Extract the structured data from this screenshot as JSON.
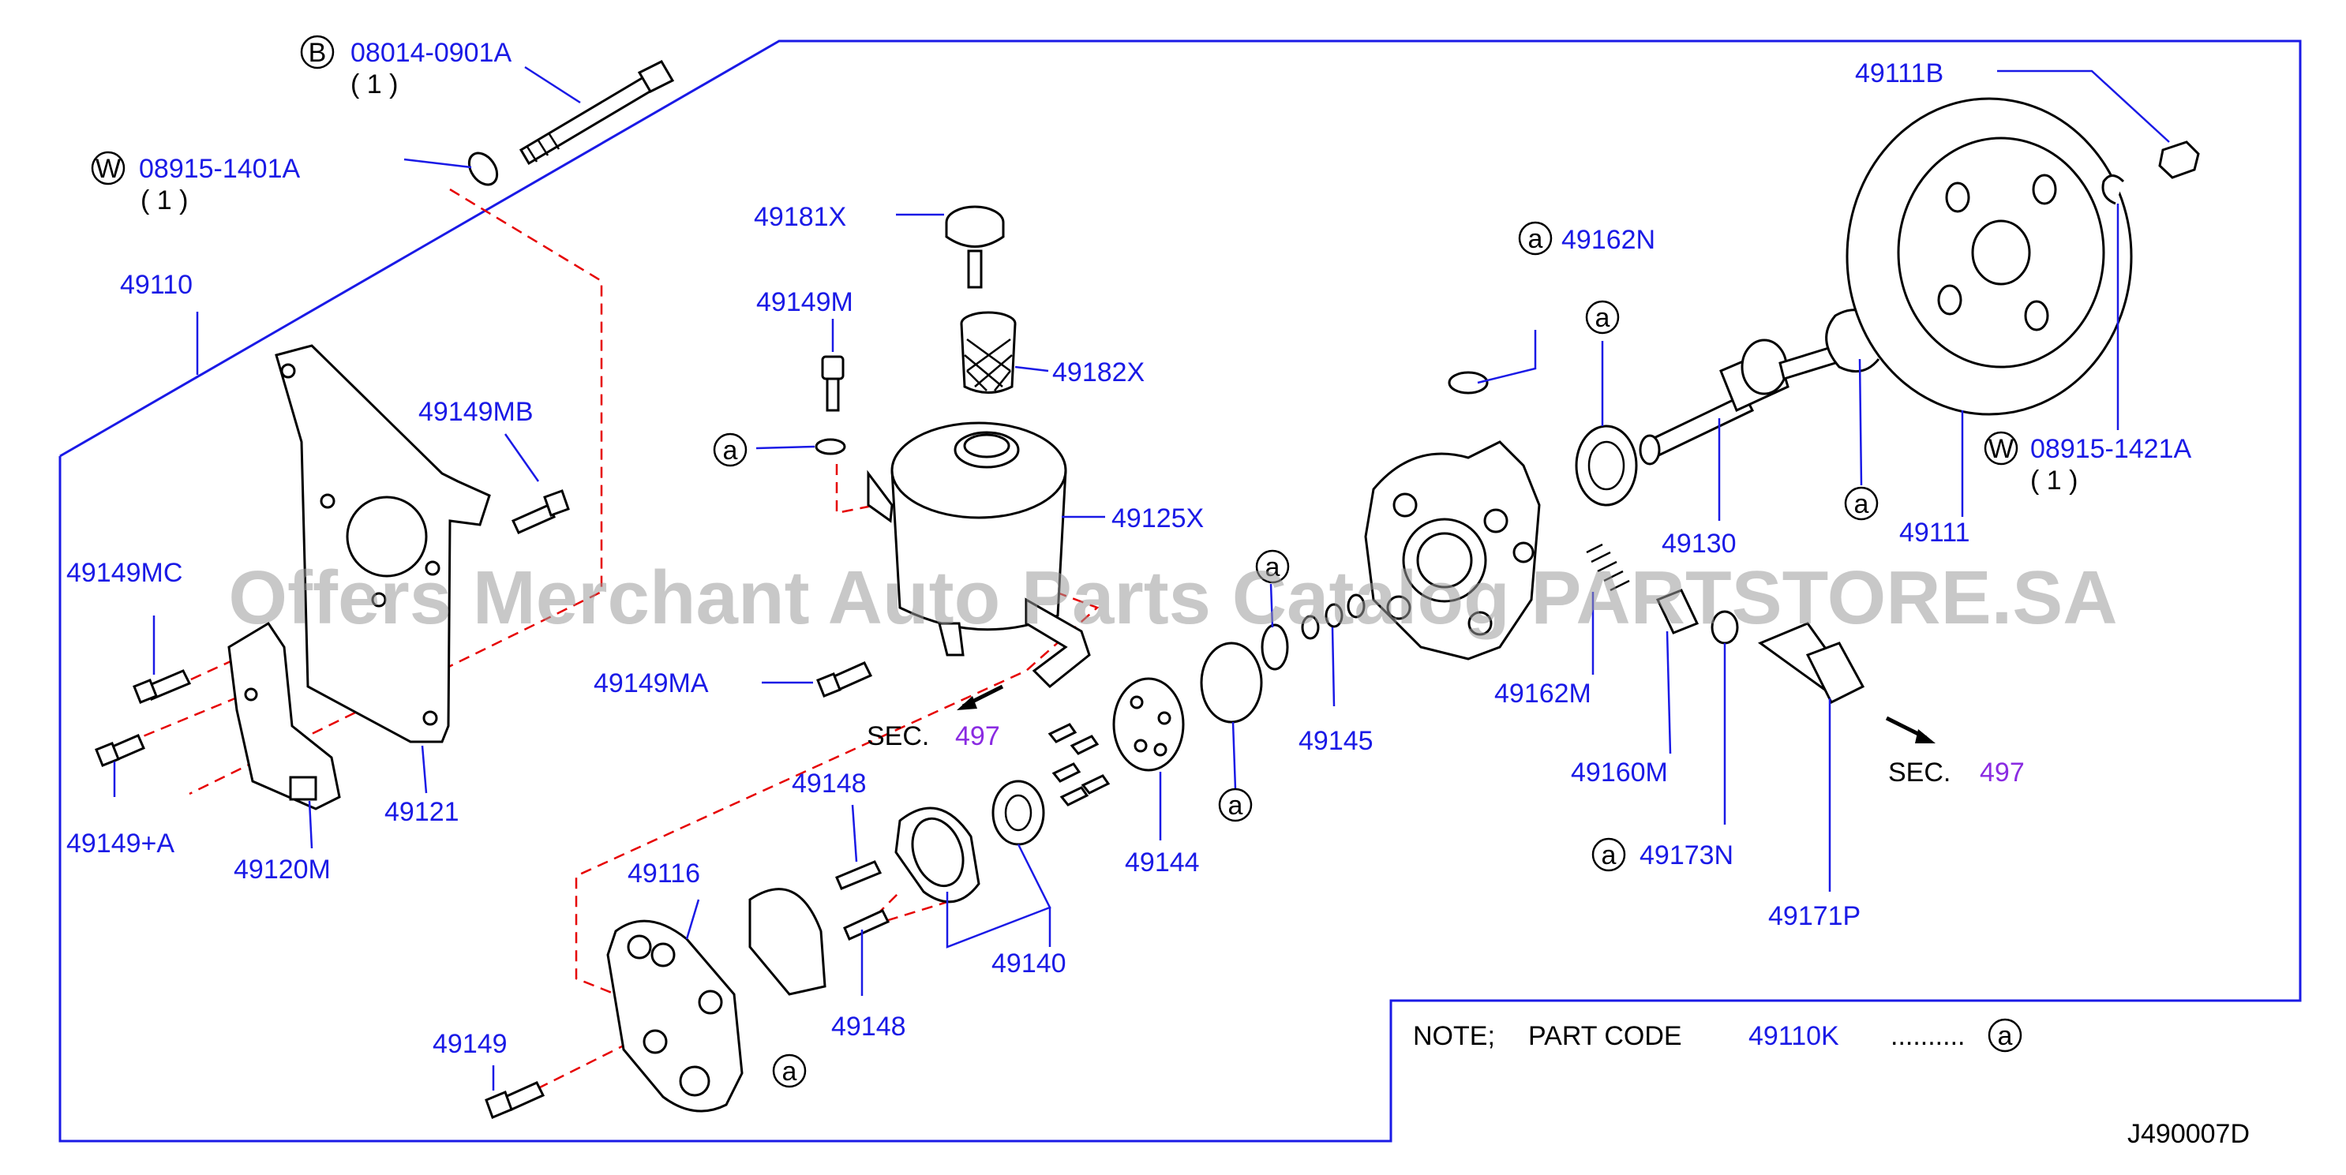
{
  "labels": {
    "p08014": "08014-0901A",
    "p08915a": "08915-1401A",
    "p08915b": "08915-1421A",
    "qty": "( 1 )",
    "b": "B",
    "w": "W",
    "a": "a",
    "p49110": "49110",
    "p49149MB": "49149MB",
    "p49149MC": "49149MC",
    "p49149A": "49149+A",
    "p49120M": "49120M",
    "p49121": "49121",
    "p49181X": "49181X",
    "p49149M": "49149M",
    "p49182X": "49182X",
    "p49125X": "49125X",
    "p49149MA": "49149MA",
    "sec": "SEC.",
    "sec497": "497",
    "p49148": "49148",
    "p49116": "49116",
    "p49149": "49149",
    "p49140": "49140",
    "p49144": "49144",
    "p49145": "49145",
    "p49162N": "49162N",
    "p49162M": "49162M",
    "p49130": "49130",
    "p49160M": "49160M",
    "p49173N": "49173N",
    "p49171P": "49171P",
    "p49111B": "49111B",
    "p49111": "49111",
    "note": "NOTE;",
    "partcode": "PART   CODE",
    "p49110K": "49110K",
    "dots": "..........",
    "diagram_id": "J490007D"
  },
  "watermark": "Offers Merchant Auto Parts Catalog PARTSTORE.SA",
  "colors": {
    "label": "#1a1ae6",
    "section": "#8a2be2",
    "centerline": "#e60000",
    "frame": "#1a1ae6"
  }
}
